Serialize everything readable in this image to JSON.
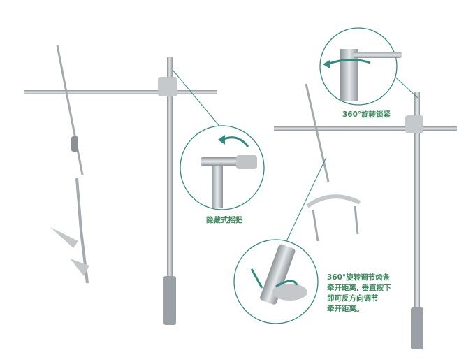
{
  "captions": {
    "hidden_handle": "隐藏式摇把",
    "rotate_lock": "360°旋转锁紧",
    "rack_lines": [
      "360°旋转调节齿条",
      "牵开距离, 垂直按下",
      "即可反方向调节",
      "牵开距离。"
    ]
  },
  "colors": {
    "accent": "#2e8b80",
    "metal": "#b9bec2",
    "text": "#3b8a5e"
  }
}
